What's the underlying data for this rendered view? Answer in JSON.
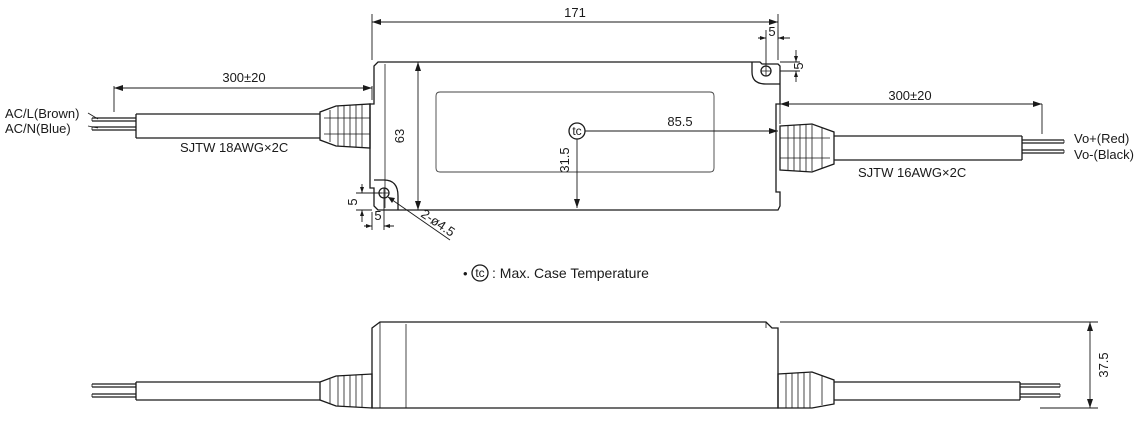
{
  "top_view": {
    "overall_length": "171",
    "overall_height": "63",
    "left_cable_length": "300±20",
    "right_cable_length": "300±20",
    "tc_horizontal": "85.5",
    "tc_vertical": "31.5",
    "hole_top_x": "5",
    "hole_top_y": "5",
    "hole_bottom_x": "5",
    "hole_bottom_y": "5",
    "mount_holes": "2-ø4.5",
    "input_cable": "SJTW 18AWG×2C",
    "output_cable": "SJTW 16AWG×2C",
    "ac_l": "AC/L(Brown)",
    "ac_n": "AC/N(Blue)",
    "vo_pos": "Vo+(Red)",
    "vo_neg": "Vo-(Black)",
    "tc_mark": "tc"
  },
  "legend": {
    "bullet": "•",
    "tc_mark": "tc",
    "text": ": Max. Case Temperature"
  },
  "side_view": {
    "height": "37.5"
  }
}
